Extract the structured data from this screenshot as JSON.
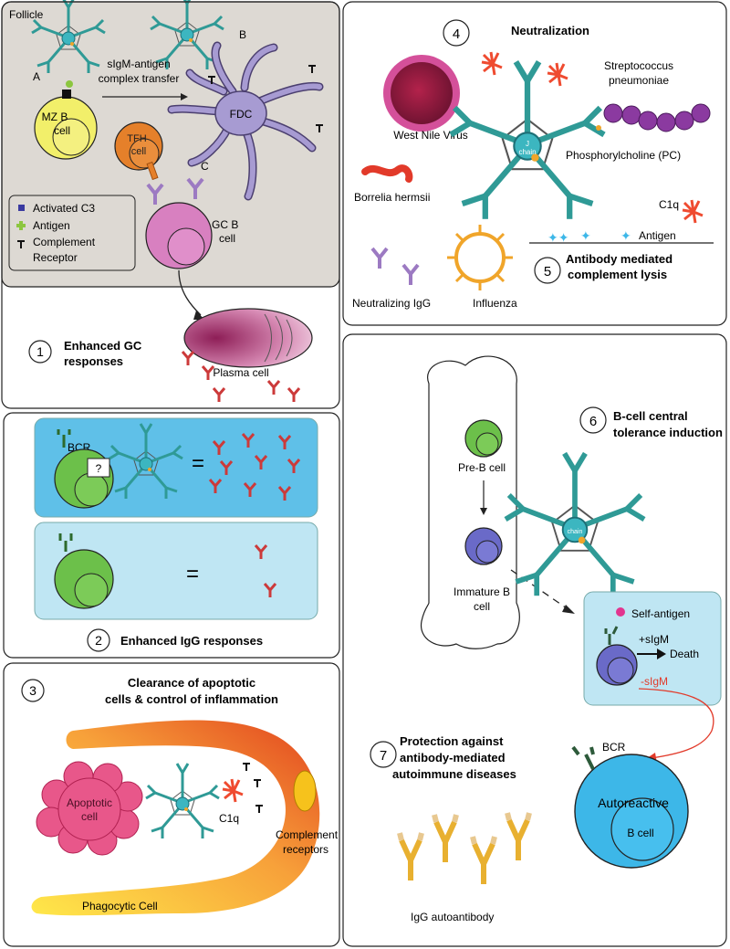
{
  "panel_follicle": {
    "follicle_label": "Follicle",
    "label_a": "A",
    "label_b": "B",
    "label_c": "C",
    "transfer_line1": "sIgM-antigen",
    "transfer_line2": "complex transfer",
    "mzb_line1": "MZ B",
    "mzb_line2": "cell",
    "tfh_line1": "TFH",
    "tfh_line2": "cell",
    "fdc_label": "FDC",
    "gcb_line1": "GC B",
    "gcb_line2": "cell",
    "legend": {
      "c3": "Activated C3",
      "antigen": "Antigen",
      "complement_line1": "Complement",
      "complement_line2": "Receptor"
    }
  },
  "panel1": {
    "number": "1",
    "title_line1": "Enhanced GC",
    "title_line2": "responses",
    "plasma_label": "Plasma cell"
  },
  "panel2": {
    "bcr_label": "BCR",
    "question": "?",
    "equals_top": "=",
    "equals_bottom": "=",
    "number": "2",
    "title": "Enhanced IgG responses"
  },
  "panel3": {
    "number": "3",
    "title_line1": "Clearance of apoptotic",
    "title_line2": "cells & control of inflammation",
    "apoptotic_line1": "Apoptotic",
    "apoptotic_line2": "cell",
    "c1q_label": "C1q",
    "receptors_line1": "Complement",
    "receptors_line2": "receptors",
    "phagocytic_label": "Phagocytic Cell"
  },
  "panel4": {
    "number": "4",
    "title": "Neutralization",
    "west_nile": "West Nile Virus",
    "strep_line1": "Streptococcus",
    "strep_line2": "pneumoniae",
    "pc_label": "Phosphorylcholine (PC)",
    "j_chain_line1": "J",
    "j_chain_line2": "chain",
    "borrelia": "Borrelia hermsii",
    "c1q_label": "C1q",
    "antigen_label": "Antigen",
    "neutralizing": "Neutralizing IgG",
    "influenza": "Influenza",
    "number5": "5",
    "lysis_line1": "Antibody mediated",
    "lysis_line2": "complement lysis"
  },
  "panel6": {
    "number": "6",
    "title_line1": "B-cell central",
    "title_line2": "tolerance induction",
    "preb_label": "Pre-B cell",
    "immature_line1": "Immature B",
    "immature_line2": "cell",
    "j_chain_label": "chain",
    "self_antigen": "Self-antigen",
    "plus_sigm": "+sIgM",
    "death": "Death",
    "minus_sigm": "-sIgM",
    "bcr_label": "BCR",
    "autoreactive": "Autoreactive",
    "bcell": "B cell"
  },
  "panel7": {
    "number": "7",
    "title_line1": "Protection against",
    "title_line2": "antibody-mediated",
    "title_line3": "autoimmune diseases",
    "igg_label": "IgG autoantibody"
  },
  "colors": {
    "igm_teal": "#2f9a96",
    "plasma_magenta": "#9c2a68",
    "igg_red": "#cc3a3a",
    "mzb_yellow": "#f2ef6a",
    "tfh_orange": "#e5802a",
    "fdc_lilac": "#9a90c4",
    "gcb_pink": "#d880c0",
    "green_bcell": "#6cc04a",
    "light_blue": "#bfe6f3",
    "mid_blue": "#5fc0e8",
    "immature_purple": "#6a6ac8",
    "autoreactive_blue": "#3db7e8",
    "apoptotic_pink": "#e8578a",
    "virus_maroon": "#8b1e3f",
    "strep_purple": "#8b3aa0",
    "influenza_orange": "#f0a52a",
    "autoantibody_yellow": "#e8b030"
  }
}
